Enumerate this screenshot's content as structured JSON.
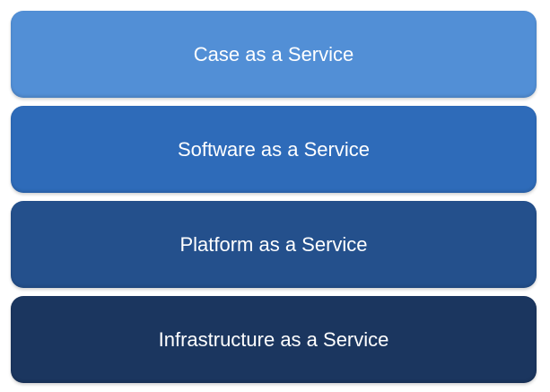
{
  "layers": [
    {
      "label": "Case as a Service",
      "color": "#528fd6"
    },
    {
      "label": "Software as a Service",
      "color": "#2e6bb9"
    },
    {
      "label": "Platform as a Service",
      "color": "#24508c"
    },
    {
      "label": "Infrastructure as a Service",
      "color": "#1b365f"
    }
  ]
}
